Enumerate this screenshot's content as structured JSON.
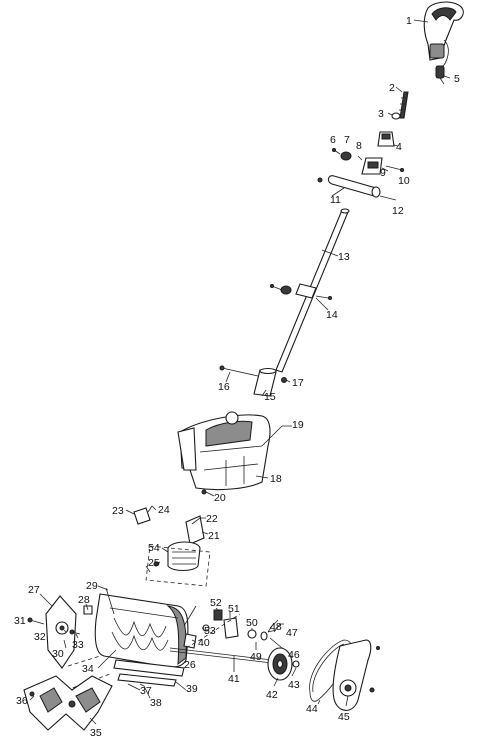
{
  "callouts": [
    {
      "id": "1",
      "text": "1"
    },
    {
      "id": "2",
      "text": "2"
    },
    {
      "id": "3",
      "text": "3"
    },
    {
      "id": "4",
      "text": "4"
    },
    {
      "id": "5",
      "text": "5"
    },
    {
      "id": "6",
      "text": "6"
    },
    {
      "id": "7",
      "text": "7"
    },
    {
      "id": "8",
      "text": "8"
    },
    {
      "id": "9",
      "text": "9"
    },
    {
      "id": "10",
      "text": "10"
    },
    {
      "id": "11",
      "text": "11"
    },
    {
      "id": "12",
      "text": "12"
    },
    {
      "id": "13",
      "text": "13"
    },
    {
      "id": "14",
      "text": "14"
    },
    {
      "id": "15",
      "text": "15"
    },
    {
      "id": "16",
      "text": "16"
    },
    {
      "id": "17",
      "text": "17"
    },
    {
      "id": "18",
      "text": "18"
    },
    {
      "id": "19",
      "text": "19"
    },
    {
      "id": "20",
      "text": "20"
    },
    {
      "id": "21",
      "text": "21"
    },
    {
      "id": "22",
      "text": "22"
    },
    {
      "id": "23",
      "text": "23"
    },
    {
      "id": "24",
      "text": "24"
    },
    {
      "id": "25",
      "text": "25"
    },
    {
      "id": "26",
      "text": "26"
    },
    {
      "id": "27",
      "text": "27"
    },
    {
      "id": "28",
      "text": "28"
    },
    {
      "id": "29",
      "text": "29"
    },
    {
      "id": "30",
      "text": "30"
    },
    {
      "id": "31",
      "text": "31"
    },
    {
      "id": "32",
      "text": "32"
    },
    {
      "id": "33",
      "text": "33"
    },
    {
      "id": "34",
      "text": "34"
    },
    {
      "id": "35",
      "text": "35"
    },
    {
      "id": "36",
      "text": "36"
    },
    {
      "id": "37",
      "text": "37"
    },
    {
      "id": "38",
      "text": "38"
    },
    {
      "id": "39",
      "text": "39"
    },
    {
      "id": "40",
      "text": "40"
    },
    {
      "id": "41",
      "text": "41"
    },
    {
      "id": "42",
      "text": "42"
    },
    {
      "id": "43",
      "text": "43"
    },
    {
      "id": "44",
      "text": "44"
    },
    {
      "id": "45",
      "text": "45"
    },
    {
      "id": "46",
      "text": "46"
    },
    {
      "id": "47",
      "text": "47"
    },
    {
      "id": "48",
      "text": "48"
    },
    {
      "id": "49",
      "text": "49"
    },
    {
      "id": "50",
      "text": "50"
    },
    {
      "id": "51",
      "text": "51"
    },
    {
      "id": "52",
      "text": "52"
    },
    {
      "id": "53",
      "text": "53"
    },
    {
      "id": "54",
      "text": "54"
    }
  ],
  "colors": {
    "ink": "#1a1a1a",
    "shade": "#8c8c8c",
    "dark": "#3a3a3a",
    "paper": "#ffffff"
  }
}
